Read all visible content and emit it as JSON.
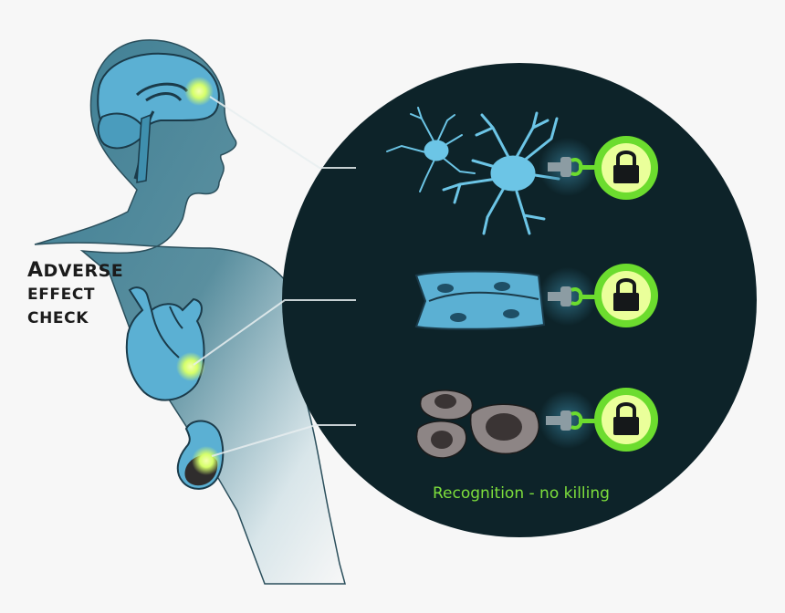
{
  "title": {
    "line1_initial": "A",
    "line1_rest": "DVERSE",
    "line2": "EFFECT",
    "line3": "CHECK"
  },
  "caption": "Recognition - no killing",
  "colors": {
    "background": "#f7f7f7",
    "circle": "#0d2329",
    "organ": "#5bb0d3",
    "tumor": "#8d8585",
    "receptor": "#6cdc2e",
    "highlight": "#dfff80"
  },
  "rows": [
    {
      "tissue": "brain",
      "cell": "neuron"
    },
    {
      "tissue": "heart",
      "cell": "cardiomyocyte"
    },
    {
      "tissue": "kidney",
      "cell": "tumor-cell"
    }
  ],
  "icons": [
    "lock-icon",
    "lock-icon",
    "lock-icon"
  ]
}
